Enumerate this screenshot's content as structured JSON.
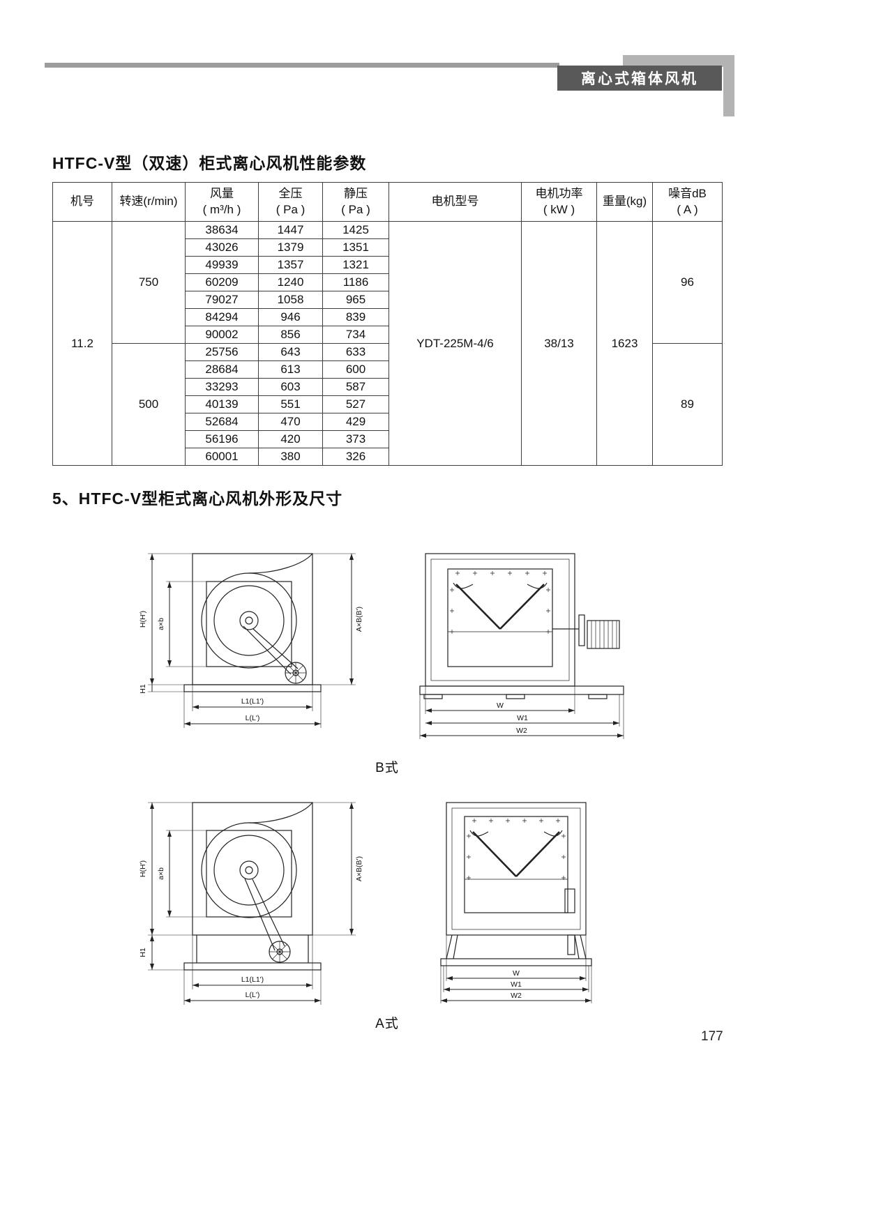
{
  "header": {
    "badge": "离心式箱体风机"
  },
  "colors": {
    "badge_bg": "#595959",
    "badge_text": "#ffffff",
    "decoration_gray": "#b3b3b3",
    "rule_gray": "#9c9c9c",
    "table_border": "#3c3c3c"
  },
  "performance": {
    "title": "HTFC-V型（双速）柜式离心风机性能参数",
    "headers": {
      "machine_no": "机号",
      "speed": "转速(r/min)",
      "airflow1": "风量",
      "airflow2": "( m³/h )",
      "total_pressure1": "全压",
      "total_pressure2": "( Pa )",
      "static_pressure1": "静压",
      "static_pressure2": "( Pa )",
      "motor_model": "电机型号",
      "motor_power1": "电机功率",
      "motor_power2": "( kW )",
      "weight": "重量(kg)",
      "noise1": "噪音dB",
      "noise2": "( A )"
    },
    "machine_no": "11.2",
    "motor_model": "YDT-225M-4/6",
    "motor_power": "38/13",
    "weight": "1623",
    "groups": [
      {
        "speed": "750",
        "noise": "96",
        "rows": [
          {
            "airflow": "38634",
            "total": "1447",
            "static": "1425"
          },
          {
            "airflow": "43026",
            "total": "1379",
            "static": "1351"
          },
          {
            "airflow": "49939",
            "total": "1357",
            "static": "1321"
          },
          {
            "airflow": "60209",
            "total": "1240",
            "static": "1186"
          },
          {
            "airflow": "79027",
            "total": "1058",
            "static": "965"
          },
          {
            "airflow": "84294",
            "total": "946",
            "static": "839"
          },
          {
            "airflow": "90002",
            "total": "856",
            "static": "734"
          }
        ]
      },
      {
        "speed": "500",
        "noise": "89",
        "rows": [
          {
            "airflow": "25756",
            "total": "643",
            "static": "633"
          },
          {
            "airflow": "28684",
            "total": "613",
            "static": "600"
          },
          {
            "airflow": "33293",
            "total": "603",
            "static": "587"
          },
          {
            "airflow": "40139",
            "total": "551",
            "static": "527"
          },
          {
            "airflow": "52684",
            "total": "470",
            "static": "429"
          },
          {
            "airflow": "56196",
            "total": "420",
            "static": "373"
          },
          {
            "airflow": "60001",
            "total": "380",
            "static": "326"
          }
        ]
      }
    ]
  },
  "dimensions_section": {
    "title": "5、HTFC-V型柜式离心风机外形及尺寸",
    "type_b_label": "B式",
    "type_a_label": "A式",
    "dim_labels": {
      "h": "H(H')",
      "axb": "a×b",
      "AxB": "A×B(B')",
      "h1": "H1",
      "l1": "L1(L1')",
      "l": "L(L')",
      "w": "W",
      "w1": "W1",
      "w2": "W2"
    }
  },
  "page_number": "177"
}
